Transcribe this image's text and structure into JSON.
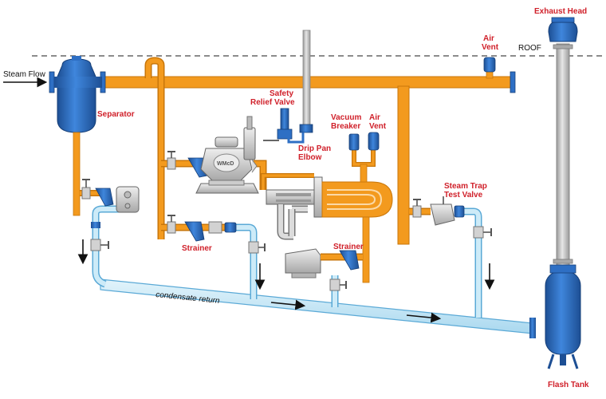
{
  "labels": {
    "steam_flow": "Steam Flow",
    "roof": "ROOF",
    "exhaust_head": "Exhaust Head",
    "air_vent_top_1": "Air",
    "air_vent_top_2": "Vent",
    "separator": "Separator",
    "safety_relief_1": "Safety",
    "safety_relief_2": "Relief Valve",
    "drip_pan_1": "Drip Pan",
    "drip_pan_2": "Elbow",
    "vacuum_breaker_1": "Vacuum",
    "vacuum_breaker_2": "Breaker",
    "air_vent_mid_1": "Air",
    "air_vent_mid_2": "Vent",
    "steam_trap_test_1": "Steam Trap",
    "steam_trap_test_2": "Test Valve",
    "strainer_left": "Strainer",
    "strainer_right": "Strainer",
    "condensate_return": "condensate return",
    "flash_tank": "Flash Tank",
    "valve_brand": "WMcD"
  },
  "colors": {
    "steam_pipe": "#f39a1e",
    "steam_pipe_edge": "#c8760a",
    "equipment_blue": "#2e6fc4",
    "equipment_blue_dark": "#1d4f94",
    "condensate": "#bfe3f5",
    "condensate_edge": "#5aa9d6",
    "exhaust_pipe": "#c8c8c8",
    "valve_grey": "#d2d2d2",
    "label_red": "#d0202a",
    "roof_line": "#666666"
  }
}
